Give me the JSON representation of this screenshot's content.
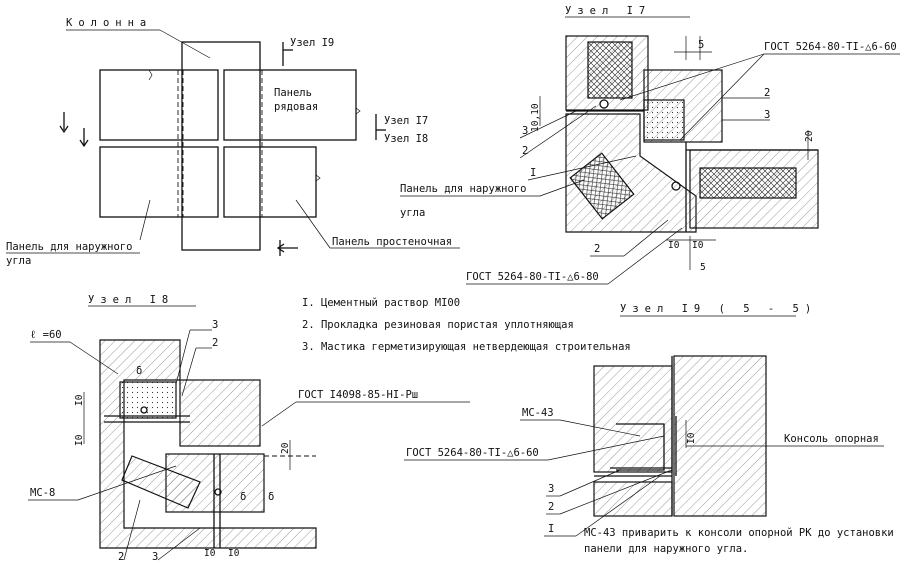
{
  "plan": {
    "column_label": "Колонна",
    "node19_label": "Узел I9",
    "node17_label": "Узел I7",
    "node18_label": "Узел I8",
    "panel_row_line1": "Панель",
    "panel_row_line2": "рядовая",
    "panel_corner_line1": "Панель для наружного",
    "panel_corner_line2": "угла",
    "panel_pier": "Панель простеночная"
  },
  "node17": {
    "title": "Узел I7",
    "gost_top": "ГОСТ 5264-80-TI-△6-60",
    "gost_bottom": "ГОСТ 5264-80-TI-△6-80",
    "panel_line1": "Панель для наружного",
    "panel_line2": "угла",
    "dim_5_top": "5",
    "dim_5_bottom": "5",
    "dim_20": "20",
    "dim_10_10_left": "10,10",
    "dim_10_a": "I0",
    "dim_10_b": "I0",
    "callout_1": "I",
    "callout_2a": "2",
    "callout_2b": "2",
    "callout_2c": "2",
    "callout_3a": "3",
    "callout_3b": "3"
  },
  "node18": {
    "title": "Узел I8",
    "gost": "ГОСТ I4098-85-HI-Рш",
    "l_label": "ℓ =60",
    "mc8": "МС-8",
    "dim_10_a": "I0",
    "dim_10_b": "I0",
    "dim_10_c": "I0",
    "dim_10_d": "I0",
    "dim_20": "20",
    "delta": "δ",
    "callout_2a": "2",
    "callout_2b": "2",
    "callout_3a": "3",
    "callout_3b": "3"
  },
  "legend": {
    "item1": "I. Цементный раствор MI00",
    "item2": "2. Прокладка резиновая пористая уплотняющая",
    "item3": "3. Мастика герметизирующая нетвердеющая строительная"
  },
  "node19": {
    "title": "Узел I9 ( 5 - 5)",
    "mc43": "МС-43",
    "gost": "ГОСТ 5264-80-TI-△6-60",
    "console": "Консоль опорная",
    "dim_10": "I0",
    "callout_2": "2",
    "callout_3": "3",
    "callout_1": "I",
    "note_line1": "МС-43 приварить к консоли опорной РК до установки",
    "note_line2": "панели для наружного угла."
  }
}
